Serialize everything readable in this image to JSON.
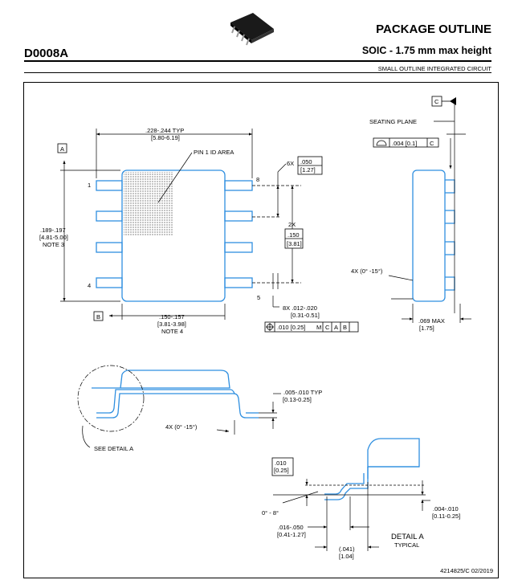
{
  "header": {
    "part_number": "D0008A",
    "title": "PACKAGE OUTLINE",
    "subtitle": "SOIC - 1.75 mm max height",
    "description": "SMALL OUTLINE INTEGRATED CIRCUIT"
  },
  "top_view": {
    "width_dim": ".228-.244  TYP",
    "width_dim_mm": "[5.80-6.19]",
    "pin1_label": "PIN 1 ID AREA",
    "datum_a": "A",
    "datum_b": "B",
    "length_dim": ".189-.197",
    "length_dim_mm": "[4.81-5.00]",
    "length_note": "NOTE 3",
    "pin_1": "1",
    "pin_4": "4",
    "pin_5": "5",
    "pin_8": "8",
    "pitch_count": "6X",
    "pitch": ".050",
    "pitch_mm": "[1.27]",
    "span_count": "2X",
    "span": ".150",
    "span_mm": "[3.81]",
    "lead_width": "8X .012-.020",
    "lead_width_mm": "[0.31-0.51]",
    "tol_value": ".010 [0.25]",
    "tol_m": "M",
    "tol_c": "C",
    "tol_a": "A",
    "tol_b": "B",
    "body_width": ".150-.157",
    "body_width_mm": "[3.81-3.98]",
    "body_note": "NOTE 4"
  },
  "side_view": {
    "datum_c": "C",
    "seating_plane": "SEATING PLANE",
    "flatness": ".004 [0.1]",
    "flatness_datum": "C",
    "angle": "4X (0° -15°)",
    "height": ".069 MAX",
    "height_mm": "[1.75]"
  },
  "end_view": {
    "thickness": ".005-.010  TYP",
    "thickness_mm": "[0.13-0.25]",
    "angle": "4X (0° -15°)",
    "see_detail": "SEE DETAIL A"
  },
  "detail_a": {
    "gauge": ".010",
    "gauge_mm": "[0.25]",
    "angle": "0° - 8°",
    "standoff": ".004-.010",
    "standoff_mm": "[0.11-0.25]",
    "foot": ".016-.050",
    "foot_mm": "[0.41-1.27]",
    "foot_ref": "(.041)",
    "foot_ref_mm": "[1.04]",
    "title": "DETAIL A",
    "subtitle": "TYPICAL"
  },
  "doc_number": "4214825/C   02/2019",
  "colors": {
    "outline": "#2f8fe0",
    "ink": "#000000"
  }
}
